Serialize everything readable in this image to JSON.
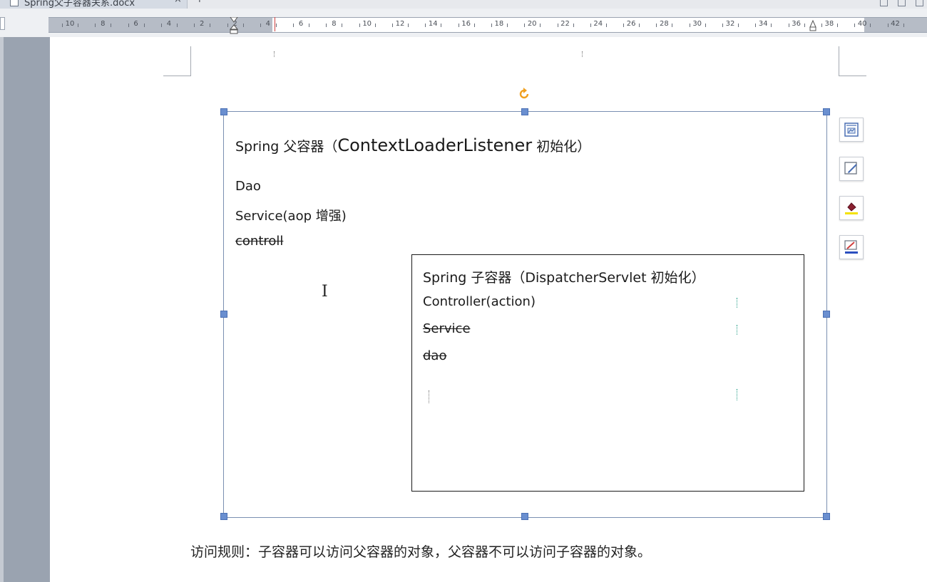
{
  "tab": {
    "title": "Spring父子容器关系.docx",
    "close_glyph": "×",
    "new_glyph": "+"
  },
  "ruler": {
    "labels": [
      "10",
      "8",
      "6",
      "4",
      "2",
      "2",
      "4",
      "6",
      "8",
      "10",
      "12",
      "14",
      "16",
      "18",
      "20",
      "22",
      "24",
      "26",
      "28",
      "30",
      "32",
      "34",
      "36",
      "38",
      "40",
      "42"
    ]
  },
  "parent_container": {
    "title_prefix": "Spring 父容器（",
    "title_code": "ContextLoaderListener",
    "title_suffix": " 初始化）",
    "items": [
      "Dao",
      "Service(aop 增强)",
      "controll"
    ]
  },
  "child_container": {
    "title": "Spring 子容器（DispatcherServlet 初始化）",
    "items": [
      "Controller(action)",
      "Service",
      "dao"
    ]
  },
  "rule_text": "访问规则：子容器可以访问父容器的对象，父容器不可以访问子容器的对象。",
  "cursor_glyph": "I",
  "side_tools": [
    "layout-options-icon",
    "shape-edit-icon",
    "fill-color-icon",
    "outline-color-icon"
  ],
  "colors": {
    "selection_handle": "#6a8fd0",
    "rotate_handle": "#f0a020",
    "fill_accent": "#f4e200",
    "outline_accent": "#2b4fbf"
  }
}
